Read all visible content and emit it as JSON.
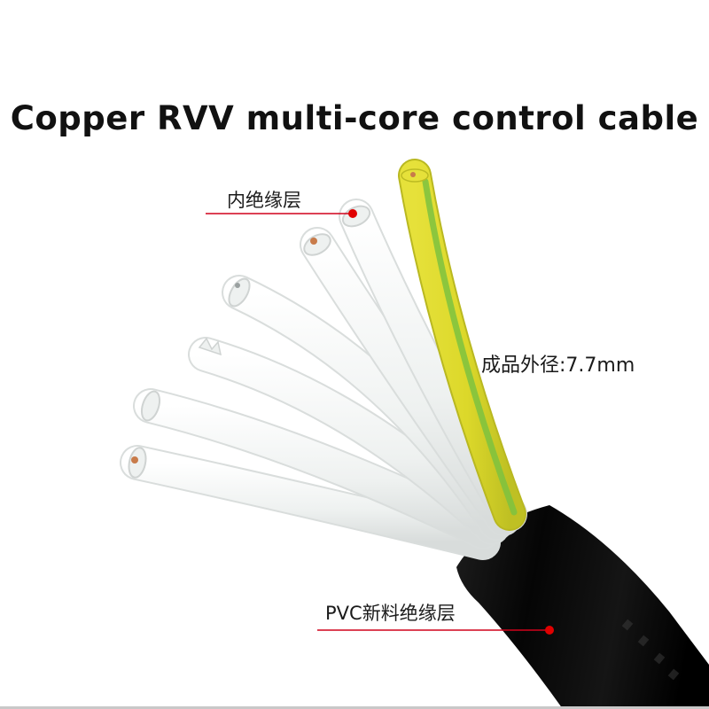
{
  "title": "Copper RVV multi-core control cable",
  "callouts": {
    "inner_insulation": "内绝缘层",
    "outer_diameter": "成品外径:7.7mm",
    "pvc_insulation": "PVC新料绝缘层"
  },
  "colors": {
    "leader_line": "#d0021b",
    "leader_dot": "#e00000",
    "sheath": "#0b0b0b",
    "core_insulation": "#f1f3f2",
    "earth_yellow": "#e3df2e",
    "earth_green": "#6dbd3a",
    "copper": "#c87b4a",
    "bottom_bar": "#c8c8c8"
  }
}
